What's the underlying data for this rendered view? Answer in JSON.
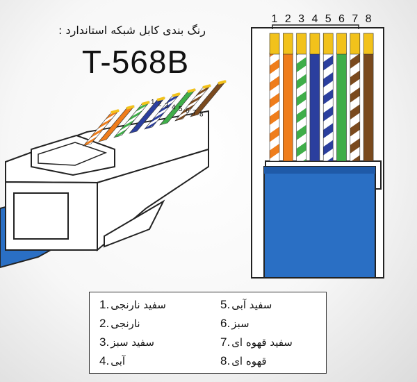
{
  "subtitle": "رنگ بندی کابل شبکه استاندارد :",
  "title": "T-568B",
  "pins": [
    "1",
    "2",
    "3",
    "4",
    "5",
    "6",
    "7",
    "8"
  ],
  "wires": [
    {
      "pin": 1,
      "color": "#ef7d1b",
      "striped": true
    },
    {
      "pin": 2,
      "color": "#ef7d1b",
      "striped": false
    },
    {
      "pin": 3,
      "color": "#3fae49",
      "striped": true
    },
    {
      "pin": 4,
      "color": "#2b3f9e",
      "striped": false
    },
    {
      "pin": 5,
      "color": "#2b3f9e",
      "striped": true
    },
    {
      "pin": 6,
      "color": "#3fae49",
      "striped": false
    },
    {
      "pin": 7,
      "color": "#7a4a1e",
      "striped": true
    },
    {
      "pin": 8,
      "color": "#7a4a1e",
      "striped": false
    }
  ],
  "colors": {
    "cable": "#2a6fc4",
    "jacket": "#1f5aa8",
    "contact": "#f2c21b",
    "outline": "#222222"
  },
  "legend": [
    {
      "num": "1.",
      "name": "سفید نارنجی"
    },
    {
      "num": "2.",
      "name": "نارنجی"
    },
    {
      "num": "3.",
      "name": "سفید سبز"
    },
    {
      "num": "4.",
      "name": "آبی"
    },
    {
      "num": "5.",
      "name": "سفید آبی"
    },
    {
      "num": "6.",
      "name": "سبز"
    },
    {
      "num": "7.",
      "name": "سفید قهوه ای"
    },
    {
      "num": "8.",
      "name": "قهوه ای"
    }
  ]
}
